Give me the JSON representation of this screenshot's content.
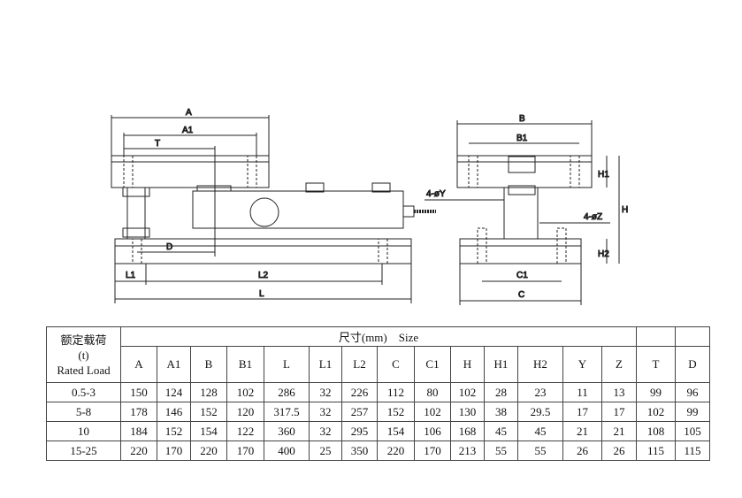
{
  "drawing": {
    "front_labels": [
      "A",
      "A1",
      "T",
      "D",
      "L1",
      "L2",
      "L"
    ],
    "side_labels": [
      "B",
      "B1",
      "H1",
      "H",
      "4-øY",
      "4-øZ",
      "H2",
      "C1",
      "C"
    ]
  },
  "table": {
    "load_header_cn": "额定载荷",
    "load_header_unit": "(t)",
    "load_header_en": "Rated Load",
    "size_header": "尺寸(mm)　Size",
    "columns": [
      "A",
      "A1",
      "B",
      "B1",
      "L",
      "L1",
      "L2",
      "C",
      "C1",
      "H",
      "H1",
      "H2",
      "Y",
      "Z",
      "T",
      "D"
    ],
    "rows": [
      {
        "load": "0.5-3",
        "values": [
          "150",
          "124",
          "128",
          "102",
          "286",
          "32",
          "226",
          "112",
          "80",
          "102",
          "28",
          "23",
          "11",
          "13",
          "99",
          "96"
        ]
      },
      {
        "load": "5-8",
        "values": [
          "178",
          "146",
          "152",
          "120",
          "317.5",
          "32",
          "257",
          "152",
          "102",
          "130",
          "38",
          "29.5",
          "17",
          "17",
          "102",
          "99"
        ]
      },
      {
        "load": "10",
        "values": [
          "184",
          "152",
          "154",
          "122",
          "360",
          "32",
          "295",
          "154",
          "106",
          "168",
          "45",
          "45",
          "21",
          "21",
          "108",
          "105"
        ]
      },
      {
        "load": "15-25",
        "values": [
          "220",
          "170",
          "220",
          "170",
          "400",
          "25",
          "350",
          "220",
          "170",
          "213",
          "55",
          "55",
          "26",
          "26",
          "115",
          "115"
        ]
      }
    ]
  }
}
